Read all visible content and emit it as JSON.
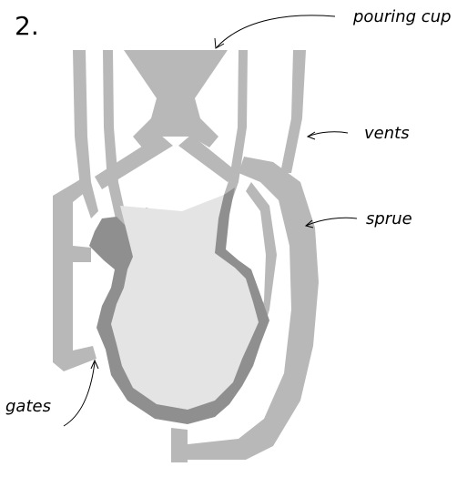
{
  "diagram": {
    "step_number": "2.",
    "labels": {
      "pouring_cup": "pouring cup",
      "vents": "vents",
      "sprue": "sprue",
      "gates": "gates"
    },
    "colors": {
      "channel": "#b8b8b8",
      "casting_shell": "#8f8f8f",
      "cavity": "#e4e4e4",
      "ink": "#000000"
    }
  }
}
